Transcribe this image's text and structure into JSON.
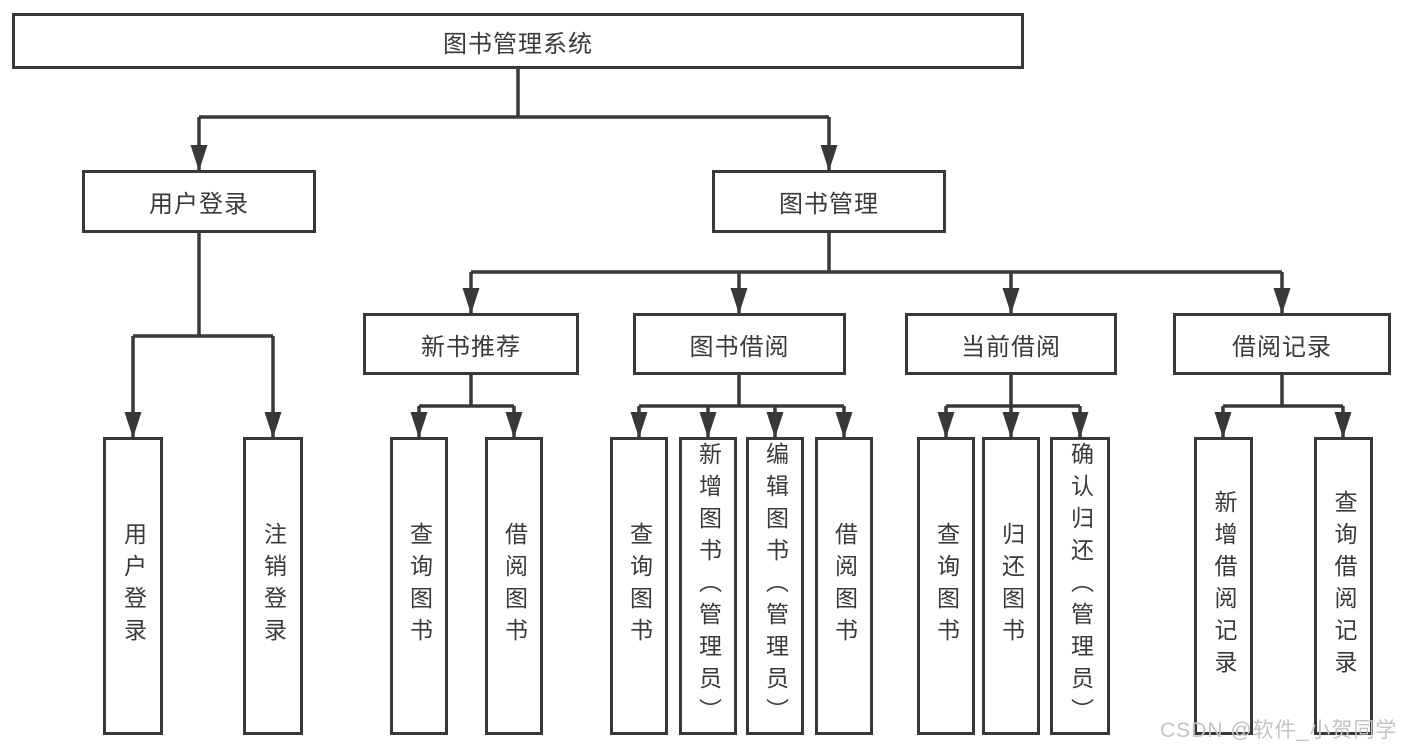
{
  "diagram_type": "tree-structure-chart",
  "colors": {
    "line": "#383838",
    "node_border": "#383838",
    "node_background": "#ffffff",
    "text": "#3a3a3a",
    "watermark": "#c3c3c3"
  },
  "root": {
    "label": "图书管理系统"
  },
  "branches": [
    {
      "label": "用户登录"
    },
    {
      "label": "图书管理"
    }
  ],
  "sections": [
    {
      "label": "新书推荐",
      "parent": "图书管理"
    },
    {
      "label": "图书借阅",
      "parent": "图书管理"
    },
    {
      "label": "当前借阅",
      "parent": "图书管理"
    },
    {
      "label": "借阅记录",
      "parent": "图书管理"
    }
  ],
  "leaves": [
    {
      "label": "用户登录",
      "parent": "用户登录"
    },
    {
      "label": "注销登录",
      "parent": "用户登录"
    },
    {
      "label": "查询图书",
      "parent": "新书推荐"
    },
    {
      "label": "借阅图书",
      "parent": "新书推荐"
    },
    {
      "label": "查询图书",
      "parent": "图书借阅"
    },
    {
      "label": "新增图书（管理员）",
      "parent": "图书借阅"
    },
    {
      "label": "编辑图书（管理员）",
      "parent": "图书借阅"
    },
    {
      "label": "借阅图书",
      "parent": "图书借阅"
    },
    {
      "label": "查询图书",
      "parent": "当前借阅"
    },
    {
      "label": "归还图书",
      "parent": "当前借阅"
    },
    {
      "label": "确认归还（管理员）",
      "parent": "当前借阅"
    },
    {
      "label": "新增借阅记录",
      "parent": "借阅记录"
    },
    {
      "label": "查询借阅记录",
      "parent": "借阅记录"
    }
  ],
  "watermark": {
    "text": "CSDN @软件_小贺同学"
  }
}
